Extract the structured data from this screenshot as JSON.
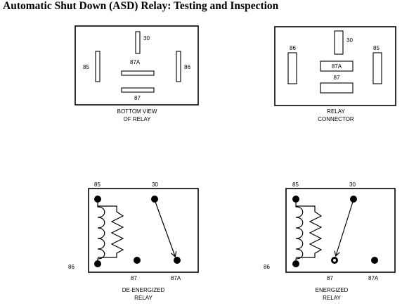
{
  "title": "Automatic Shut Down (ASD) Relay: Testing and Inspection",
  "panels": {
    "bottom_view": {
      "pins": {
        "p30": "30",
        "p85": "85",
        "p86": "86",
        "p87a": "87A",
        "p87": "87"
      },
      "caption": [
        "BOTTOM VIEW",
        "OF RELAY"
      ]
    },
    "relay_connector": {
      "pins": {
        "p86": "86",
        "p30": "30",
        "p85": "85",
        "p87a": "87A",
        "p87": "87"
      },
      "caption": [
        "RELAY",
        "CONNECTOR"
      ]
    },
    "de_energized": {
      "pins": {
        "p85": "85",
        "p30": "30",
        "p86": "86",
        "p87": "87",
        "p87a": "87A"
      },
      "caption": [
        "DE-ENERGIZED",
        "RELAY"
      ]
    },
    "energized": {
      "pins": {
        "p85": "85",
        "p30": "30",
        "p86": "86",
        "p87": "87",
        "p87a": "87A"
      },
      "caption": [
        "ENERGIZED",
        "RELAY"
      ]
    }
  }
}
